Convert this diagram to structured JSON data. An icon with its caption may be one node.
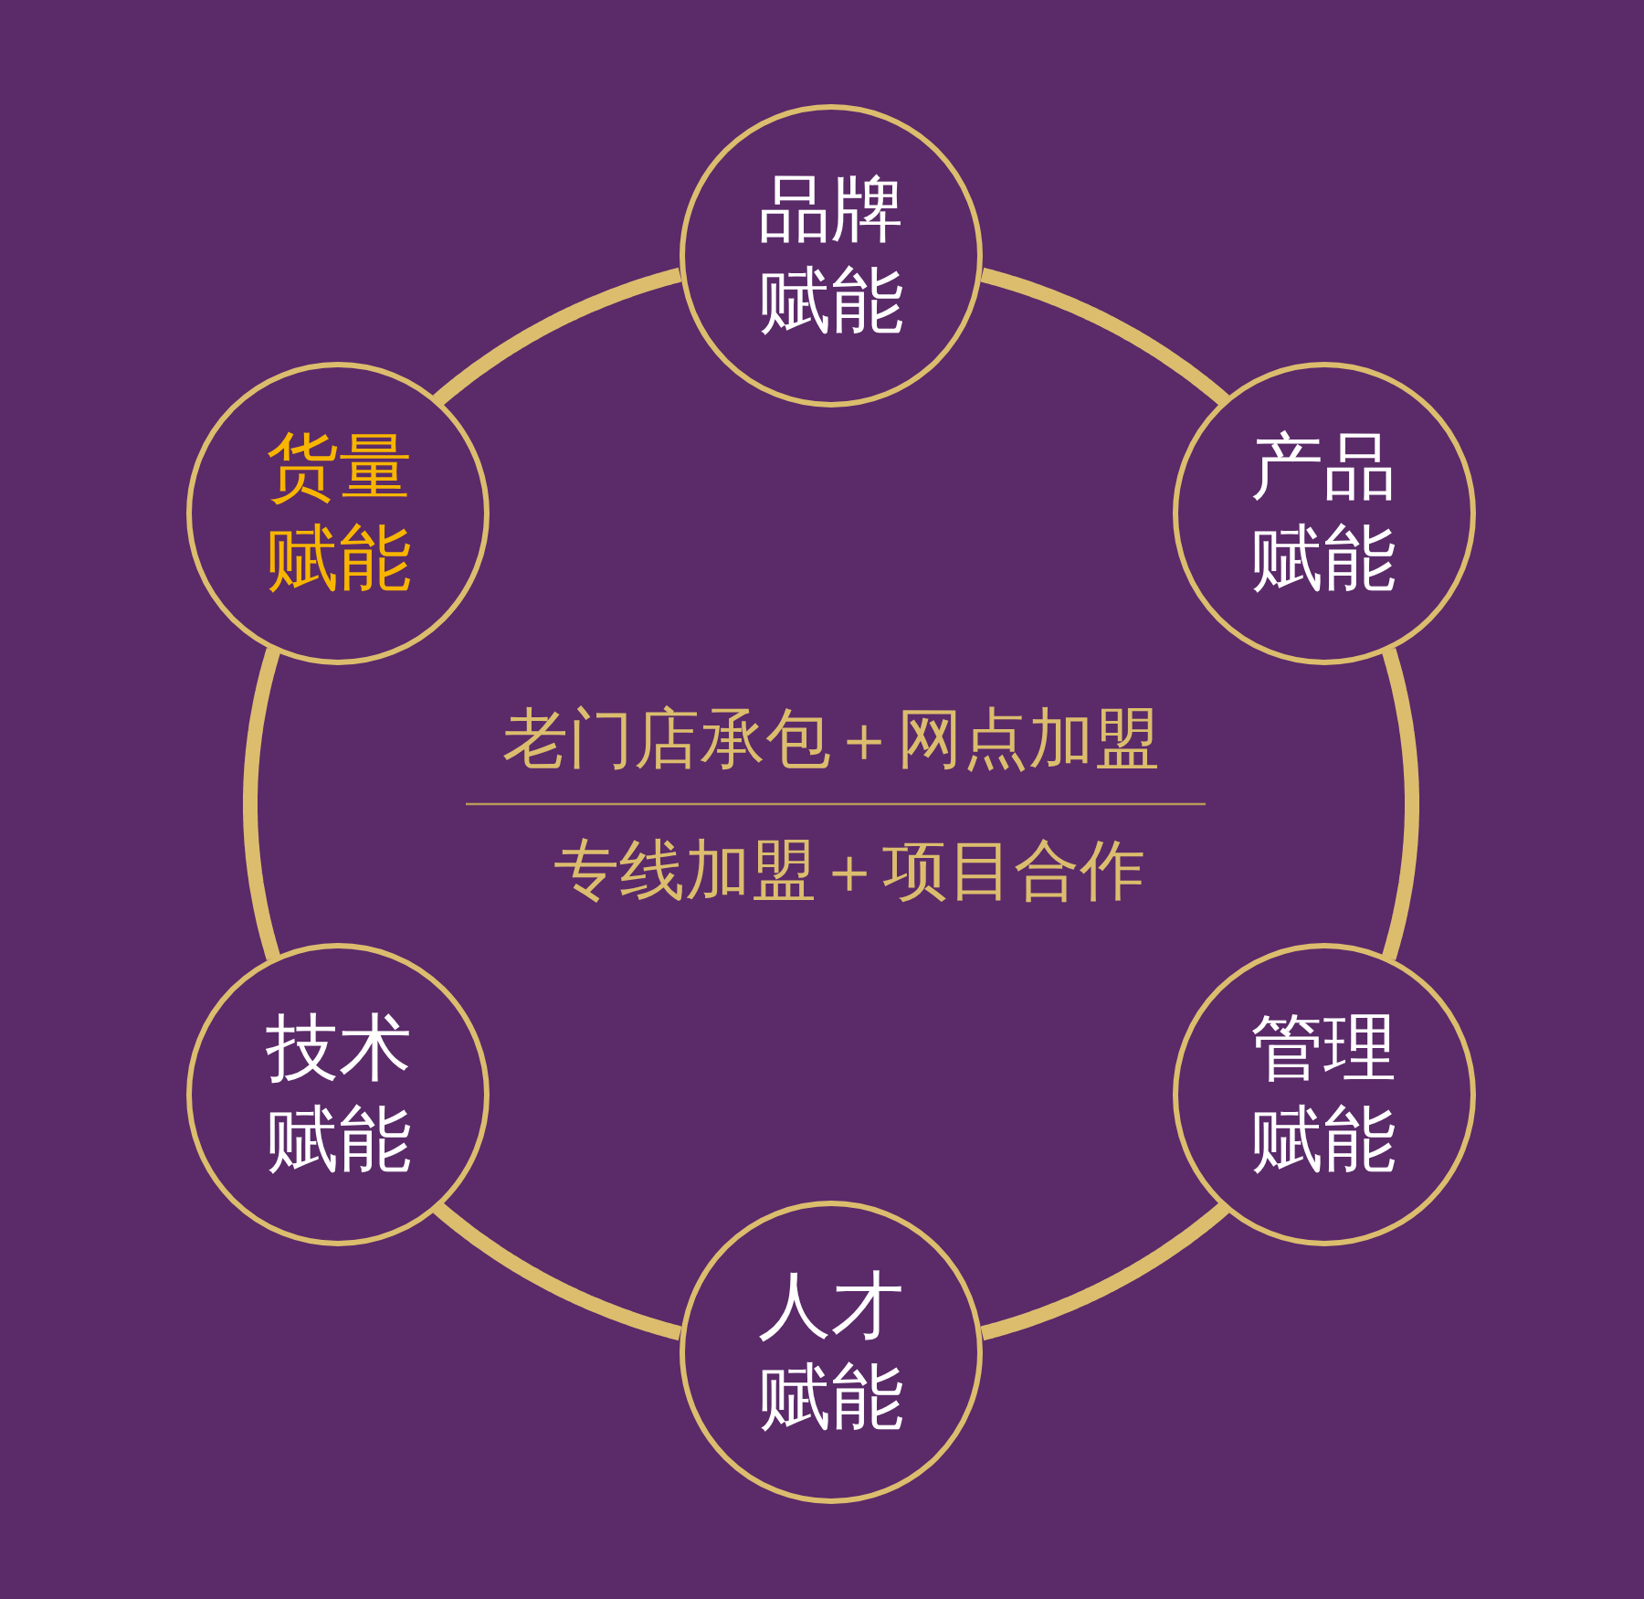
{
  "diagram": {
    "nodes": [
      {
        "text": [
          "品牌赋能"
        ]
      },
      {
        "text": [
          "货量赋能"
        ]
      },
      {
        "text": [
          "产品赋能"
        ]
      },
      {
        "text": [
          "技术赋能"
        ]
      },
      {
        "text": [
          "管理赋能"
        ]
      },
      {
        "text": [
          "人才赋能"
        ]
      }
    ],
    "edges": [
      {
        "from": 0,
        "to": 2,
        "arrow": "none"
      },
      {
        "from": 2,
        "to": 4,
        "arrow": "none"
      },
      {
        "from": 4,
        "to": 5,
        "arrow": "none"
      },
      {
        "from": 5,
        "to": 3,
        "arrow": "none"
      },
      {
        "from": 3,
        "to": 1,
        "arrow": "none"
      },
      {
        "from": 1,
        "to": 0,
        "arrow": "none"
      }
    ],
    "labels": [
      "老门店承包＋网点加盟",
      "专线加盟＋项目合作"
    ]
  }
}
